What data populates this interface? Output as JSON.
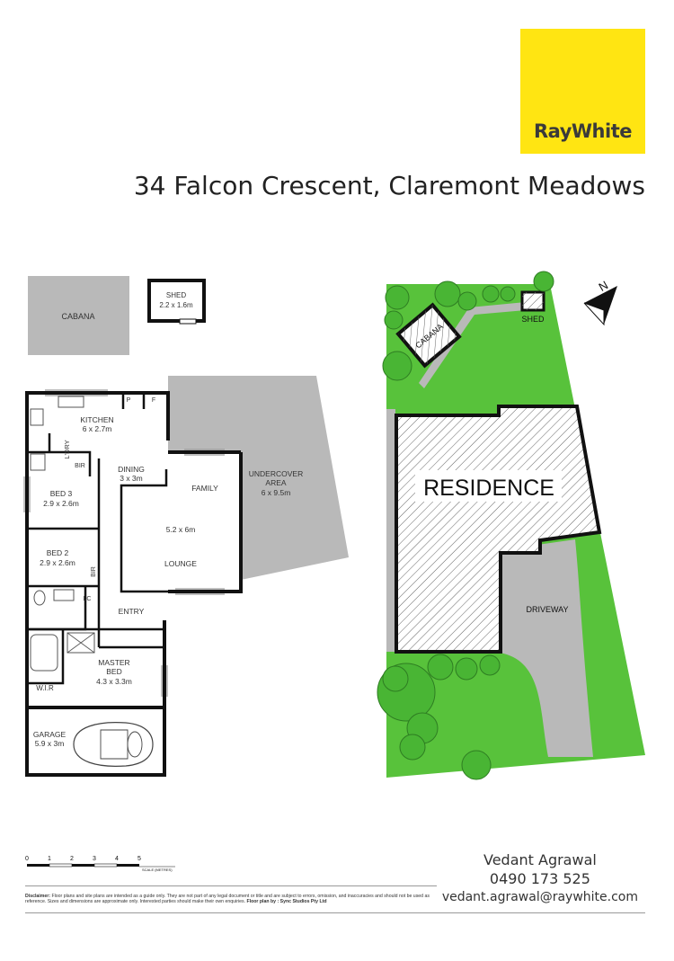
{
  "brand": {
    "name": "RayWhite",
    "color": "#ffe512"
  },
  "address": "34 Falcon Crescent, Claremont Meadows",
  "floorplan": {
    "cabana": "CABANA",
    "shed": {
      "name": "SHED",
      "size": "2.2 x 1.6m"
    },
    "kitchen": {
      "name": "KITCHEN",
      "size": "6 x 2.7m"
    },
    "pantry": "P",
    "fridge": "F",
    "laundry": "L'DRY",
    "bir": "BIR",
    "dining": {
      "name": "DINING",
      "size": "3 x 3m"
    },
    "family": "FAMILY",
    "lounge": {
      "size": "5.2 x 6m",
      "name": "LOUNGE"
    },
    "undercover": {
      "line1": "UNDERCOVER",
      "line2": "AREA",
      "size": "6 x 9.5m"
    },
    "bed3": {
      "name": "BED 3",
      "size": "2.9 x 2.6m"
    },
    "bed2": {
      "name": "BED 2",
      "size": "2.9 x 2.6m"
    },
    "linen": "LC",
    "entry": "ENTRY",
    "master": {
      "line1": "MASTER",
      "line2": "BED",
      "size": "4.3 x 3.3m"
    },
    "wir": "W.I.R",
    "garage": {
      "name": "GARAGE",
      "size": "5.9 x 3m"
    }
  },
  "siteplan": {
    "residence": "RESIDENCE",
    "cabana": "CABANA",
    "shed": "SHED",
    "driveway": "DRIVEWAY",
    "north": "N",
    "colors": {
      "lawn": "#58c23b",
      "tree": "#49b534",
      "driveway": "#b9b9b9"
    }
  },
  "scale": {
    "ticks": [
      "0",
      "1",
      "2",
      "3",
      "4",
      "5"
    ],
    "label": "SCALE (METRES)"
  },
  "contact": {
    "name": "Vedant Agrawal",
    "phone": "0490 173 525",
    "email": "vedant.agrawal@raywhite.com"
  },
  "disclaimer": {
    "label": "Disclaimer:",
    "text": "Floor plans and site plans are intended as a guide only. They are not part of any legal document or title and are subject to errors, omission, and inaccuracies and should not be used as reference. Sizes and dimensions are approximate only. Interested parties should make their own enquiries.",
    "credit": "Floor plan by : Sync Studios Pty Ltd"
  }
}
